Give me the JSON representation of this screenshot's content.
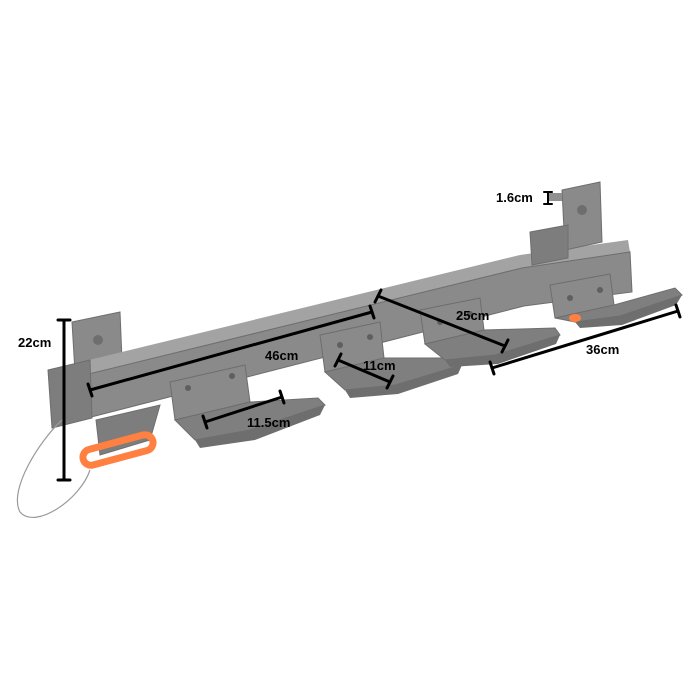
{
  "dimensions": {
    "height_label": "22cm",
    "length_label": "46cm",
    "hook1_width_label": "11.5cm",
    "hook2_width_label": "11cm",
    "span_label": "25cm",
    "total_label": "36cm",
    "thickness_label": "1.6cm"
  },
  "colors": {
    "steel": "#8a8a8a",
    "steel_dark": "#6e6e6e",
    "steel_light": "#a3a3a3",
    "pin": "#ff8040",
    "dim_line": "#000000"
  }
}
